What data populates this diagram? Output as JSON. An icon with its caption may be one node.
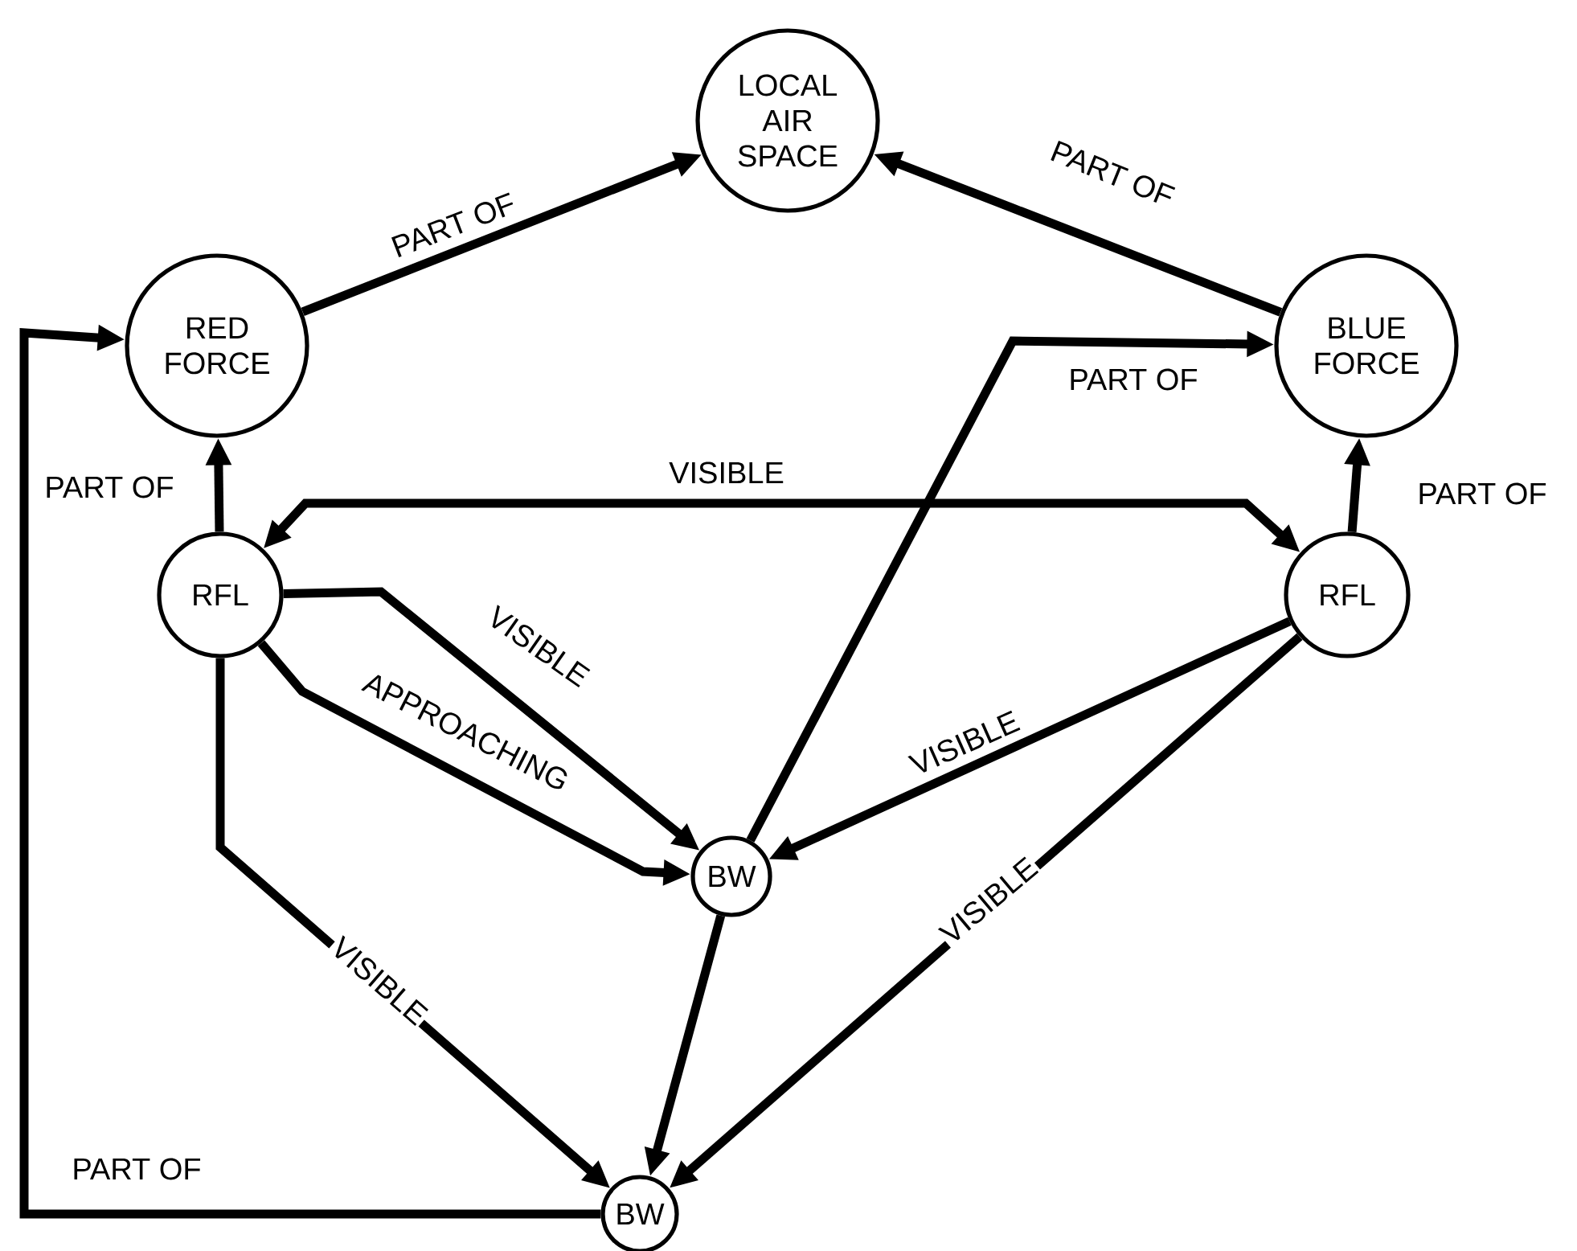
{
  "diagram": {
    "nodes": [
      {
        "text": [
          "LOCAL AIR SPACE"
        ]
      },
      {
        "text": [
          "RED FORCE"
        ]
      },
      {
        "text": [
          "BLUE FORCE"
        ]
      },
      {
        "text": [
          "RFL"
        ]
      },
      {
        "text": [
          "RFL"
        ]
      },
      {
        "text": [
          "BW"
        ]
      },
      {
        "text": [
          "BW"
        ]
      }
    ],
    "edges": [
      {
        "from": 1,
        "to": 0,
        "arrow": "to",
        "label": "PART OF"
      },
      {
        "from": 2,
        "to": 0,
        "arrow": "to",
        "label": "PART OF"
      },
      {
        "from": 3,
        "to": 1,
        "arrow": "to",
        "label": "PART OF"
      },
      {
        "from": 4,
        "to": 2,
        "arrow": "to",
        "label": "PART OF"
      },
      {
        "from": 3,
        "to": 4,
        "arrow": "both",
        "label": "VISIBLE"
      },
      {
        "from": 3,
        "to": 5,
        "arrow": "to",
        "label": "VISIBLE"
      },
      {
        "from": 3,
        "to": 5,
        "arrow": "to",
        "label": "APPROACHING"
      },
      {
        "from": 3,
        "to": 6,
        "arrow": "to",
        "label": "VISIBLE"
      },
      {
        "from": 4,
        "to": 5,
        "arrow": "to",
        "label": "VISIBLE"
      },
      {
        "from": 4,
        "to": 6,
        "arrow": "to",
        "label": "VISIBLE"
      },
      {
        "from": 5,
        "to": 2,
        "arrow": "to",
        "label": "PART OF"
      },
      {
        "from": 5,
        "to": 6,
        "arrow": "to"
      },
      {
        "from": 6,
        "to": 1,
        "arrow": "to",
        "label": "PART OF"
      }
    ]
  }
}
